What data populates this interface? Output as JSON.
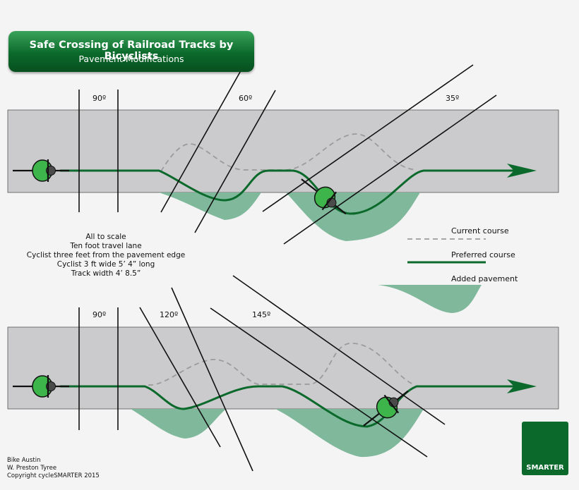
{
  "header": {
    "title": "Safe Crossing of Railroad Tracks by Bicyclists",
    "subtitle": "Pavement Modifications"
  },
  "angles": {
    "top": [
      "90º",
      "60º",
      "35º"
    ],
    "bottom": [
      "90º",
      "120º",
      "145º"
    ]
  },
  "notes": [
    "All to scale",
    "Ten foot travel lane",
    "Cyclist three feet from the pavement edge",
    "Cyclist 3 ft wide 5’ 4” long",
    "Track width 4’ 8.5”"
  ],
  "legend": {
    "current": "Current course",
    "preferred": "Preferred course",
    "added": "Added pavement"
  },
  "credits": [
    "Bike Austin",
    "W. Preston Tyree",
    "Copyright cycleSMARTER 2015"
  ],
  "logo": {
    "text": "SMARTER"
  },
  "colors": {
    "green": "#0b6a2b",
    "pavement": "#cbcbcd",
    "added": "#7fb89b",
    "dashed": "#9b9b9b"
  }
}
